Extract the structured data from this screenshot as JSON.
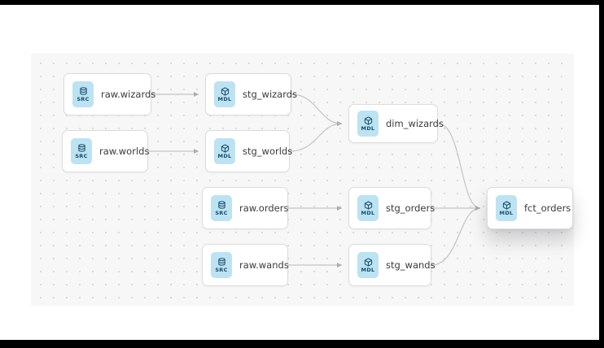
{
  "diagram": {
    "type": "dag-lineage",
    "nodes": [
      {
        "id": "raw_wizards",
        "label": "raw.wizards",
        "badge": "SRC",
        "kind": "source"
      },
      {
        "id": "stg_wizards",
        "label": "stg_wizards",
        "badge": "MDL",
        "kind": "model"
      },
      {
        "id": "raw_worlds",
        "label": "raw.worlds",
        "badge": "SRC",
        "kind": "source"
      },
      {
        "id": "stg_worlds",
        "label": "stg_worlds",
        "badge": "MDL",
        "kind": "model"
      },
      {
        "id": "dim_wizards",
        "label": "dim_wizards",
        "badge": "MDL",
        "kind": "model"
      },
      {
        "id": "raw_orders",
        "label": "raw.orders",
        "badge": "SRC",
        "kind": "source"
      },
      {
        "id": "stg_orders",
        "label": "stg_orders",
        "badge": "MDL",
        "kind": "model"
      },
      {
        "id": "raw_wands",
        "label": "raw.wands",
        "badge": "SRC",
        "kind": "source"
      },
      {
        "id": "stg_wands",
        "label": "stg_wands",
        "badge": "MDL",
        "kind": "model"
      },
      {
        "id": "fct_orders",
        "label": "fct_orders",
        "badge": "MDL",
        "kind": "model"
      }
    ],
    "edges": [
      {
        "from": "raw_wizards",
        "to": "stg_wizards"
      },
      {
        "from": "raw_worlds",
        "to": "stg_worlds"
      },
      {
        "from": "stg_wizards",
        "to": "dim_wizards"
      },
      {
        "from": "stg_worlds",
        "to": "dim_wizards"
      },
      {
        "from": "raw_orders",
        "to": "stg_orders"
      },
      {
        "from": "raw_wands",
        "to": "stg_wands"
      },
      {
        "from": "dim_wizards",
        "to": "fct_orders"
      },
      {
        "from": "stg_orders",
        "to": "fct_orders"
      },
      {
        "from": "stg_wands",
        "to": "fct_orders"
      }
    ],
    "colors": {
      "badge_bg": "#bde2f2",
      "badge_text": "#124f6e",
      "edge": "#c4c4c4",
      "canvas_bg": "#f7f7f8",
      "node_border": "#dcdcdc"
    }
  }
}
